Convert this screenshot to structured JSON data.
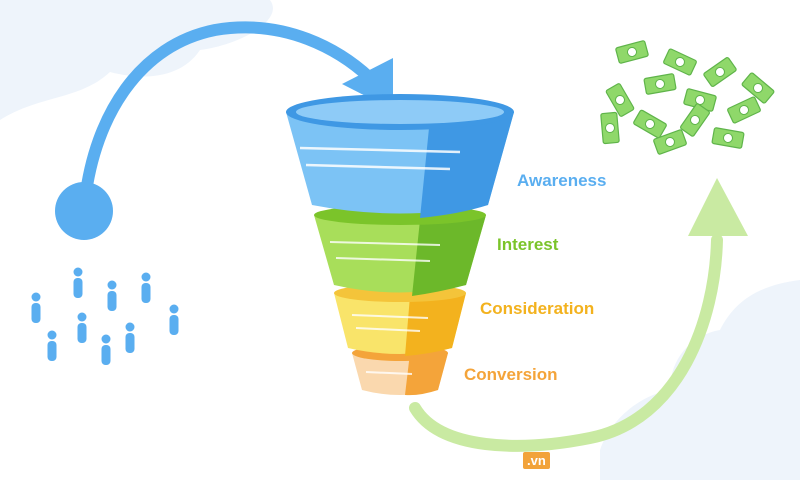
{
  "funnel": {
    "stages": [
      {
        "label": "Awareness",
        "color": "#5aaef0"
      },
      {
        "label": "Interest",
        "color": "#7bc42a"
      },
      {
        "label": "Consideration",
        "color": "#f3b21e"
      },
      {
        "label": "Conversion",
        "color": "#f4a43a"
      }
    ]
  },
  "colors": {
    "background_blob": "#eef4fb",
    "left_arrow": "#5aaef0",
    "right_arrow": "#c9eaa2",
    "people": "#5aaef0",
    "money": "#8fd86a"
  },
  "watermark": {
    "text": ".vn"
  },
  "icons": {
    "people": "person-icon",
    "money": "banknote-icon"
  }
}
